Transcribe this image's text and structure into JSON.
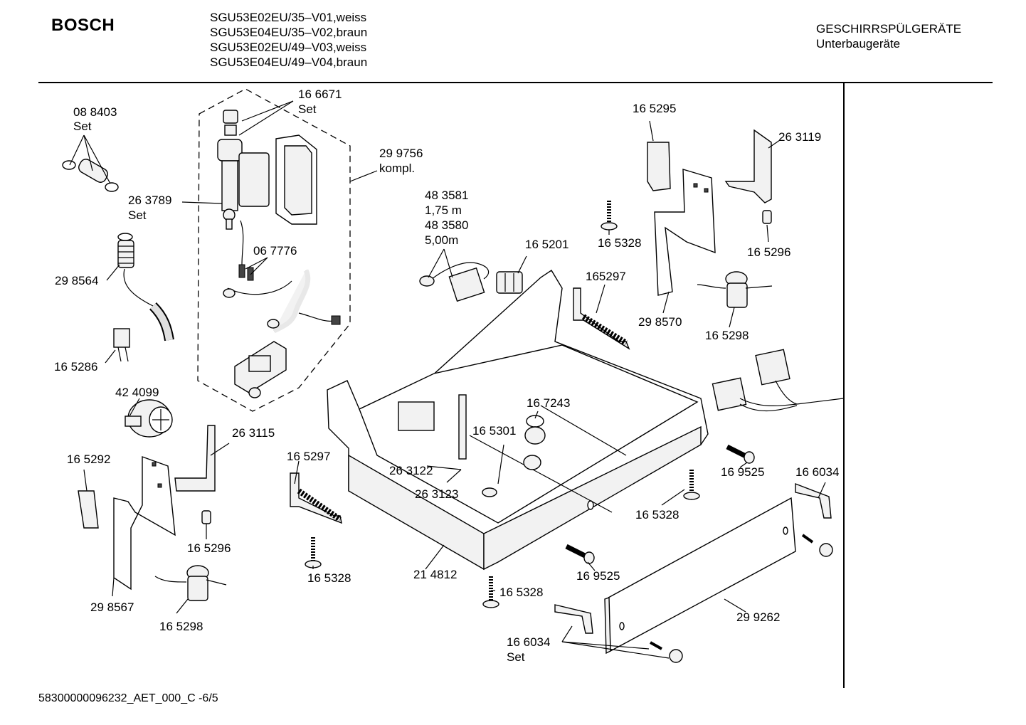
{
  "header": {
    "brand": "BOSCH",
    "models": [
      "SGU53E02EU/35–V01,weiss",
      "SGU53E04EU/35–V02,braun",
      "SGU53E02EU/49–V03,weiss",
      "SGU53E04EU/49–V04,braun"
    ],
    "category_line1": "GESCHIRRSPÜLGERÄTE",
    "category_line2": "Unterbaugeräte"
  },
  "footer": {
    "document_id": "58300000096232_AET_000_C -6/5"
  },
  "labels": {
    "p_088403": "08 8403",
    "p_088403_set": "Set",
    "p_166671": "16 6671",
    "p_166671_set": "Set",
    "p_299756": "29 9756",
    "p_299756_kompl": "kompl.",
    "p_263789": "26 3789",
    "p_263789_set": "Set",
    "p_067776": "06 7776",
    "p_298564": "29 8564",
    "p_165286": "16 5286",
    "p_424099": "42 4099",
    "p_263115": "26 3115",
    "p_165292": "16 5292",
    "p_165296_left": "16 5296",
    "p_298567": "29 8567",
    "p_165298_left": "16 5298",
    "p_483581": "48 3581",
    "p_483581_len": "1,75 m",
    "p_483580": "48 3580",
    "p_483580_len": "5,00m",
    "p_165201": "16 5201",
    "p_165297_top": "165297",
    "p_167243": "16 7243",
    "p_165301": "16 5301",
    "p_263122": "26 3122",
    "p_263123": "26 3123",
    "p_165297_left": "16 5297",
    "p_165328_a": "16 5328",
    "p_214812": "21 4812",
    "p_165328_b": "16 5328",
    "p_165295": "16 5295",
    "p_263119": "26 3119",
    "p_165328_c": "16 5328",
    "p_165296_right": "16 5296",
    "p_298570": "29 8570",
    "p_165298_right": "16 5298",
    "p_169525_a": "16 9525",
    "p_166034_a": "16 6034",
    "p_165328_d": "16 5328",
    "p_169525_b": "16 9525",
    "p_299262": "29 9262",
    "p_166034_b": "16 6034",
    "p_166034_b_set": "Set"
  }
}
